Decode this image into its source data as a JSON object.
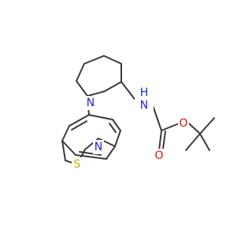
{
  "colors": {
    "bond": "#3a3a3a",
    "N": "#1f1fd8",
    "O": "#e01010",
    "S": "#c8b400",
    "background": "#ffffff"
  },
  "atoms": {
    "ring_n": "N",
    "isothiazole_n": "N",
    "isothiazole_s": "S",
    "carbamate_nh": "H",
    "carbamate_n": "N",
    "ester_o": "O",
    "carbonyl_o": "O"
  }
}
